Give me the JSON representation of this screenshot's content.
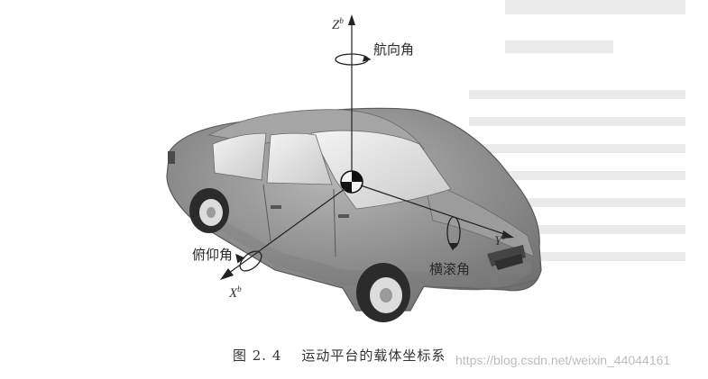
{
  "axes": {
    "z": {
      "name": "Z",
      "sup": "b"
    },
    "y": {
      "name": "Y",
      "sup": "b"
    },
    "x": {
      "name": "X",
      "sup": "b"
    }
  },
  "angles": {
    "yaw": "航向角",
    "roll": "横滚角",
    "pitch": "俯仰角"
  },
  "caption": {
    "number": "图 2. 4",
    "title": "运动平台的载体坐标系"
  },
  "watermark": "https://blog.csdn.net/weixin_44044161"
}
